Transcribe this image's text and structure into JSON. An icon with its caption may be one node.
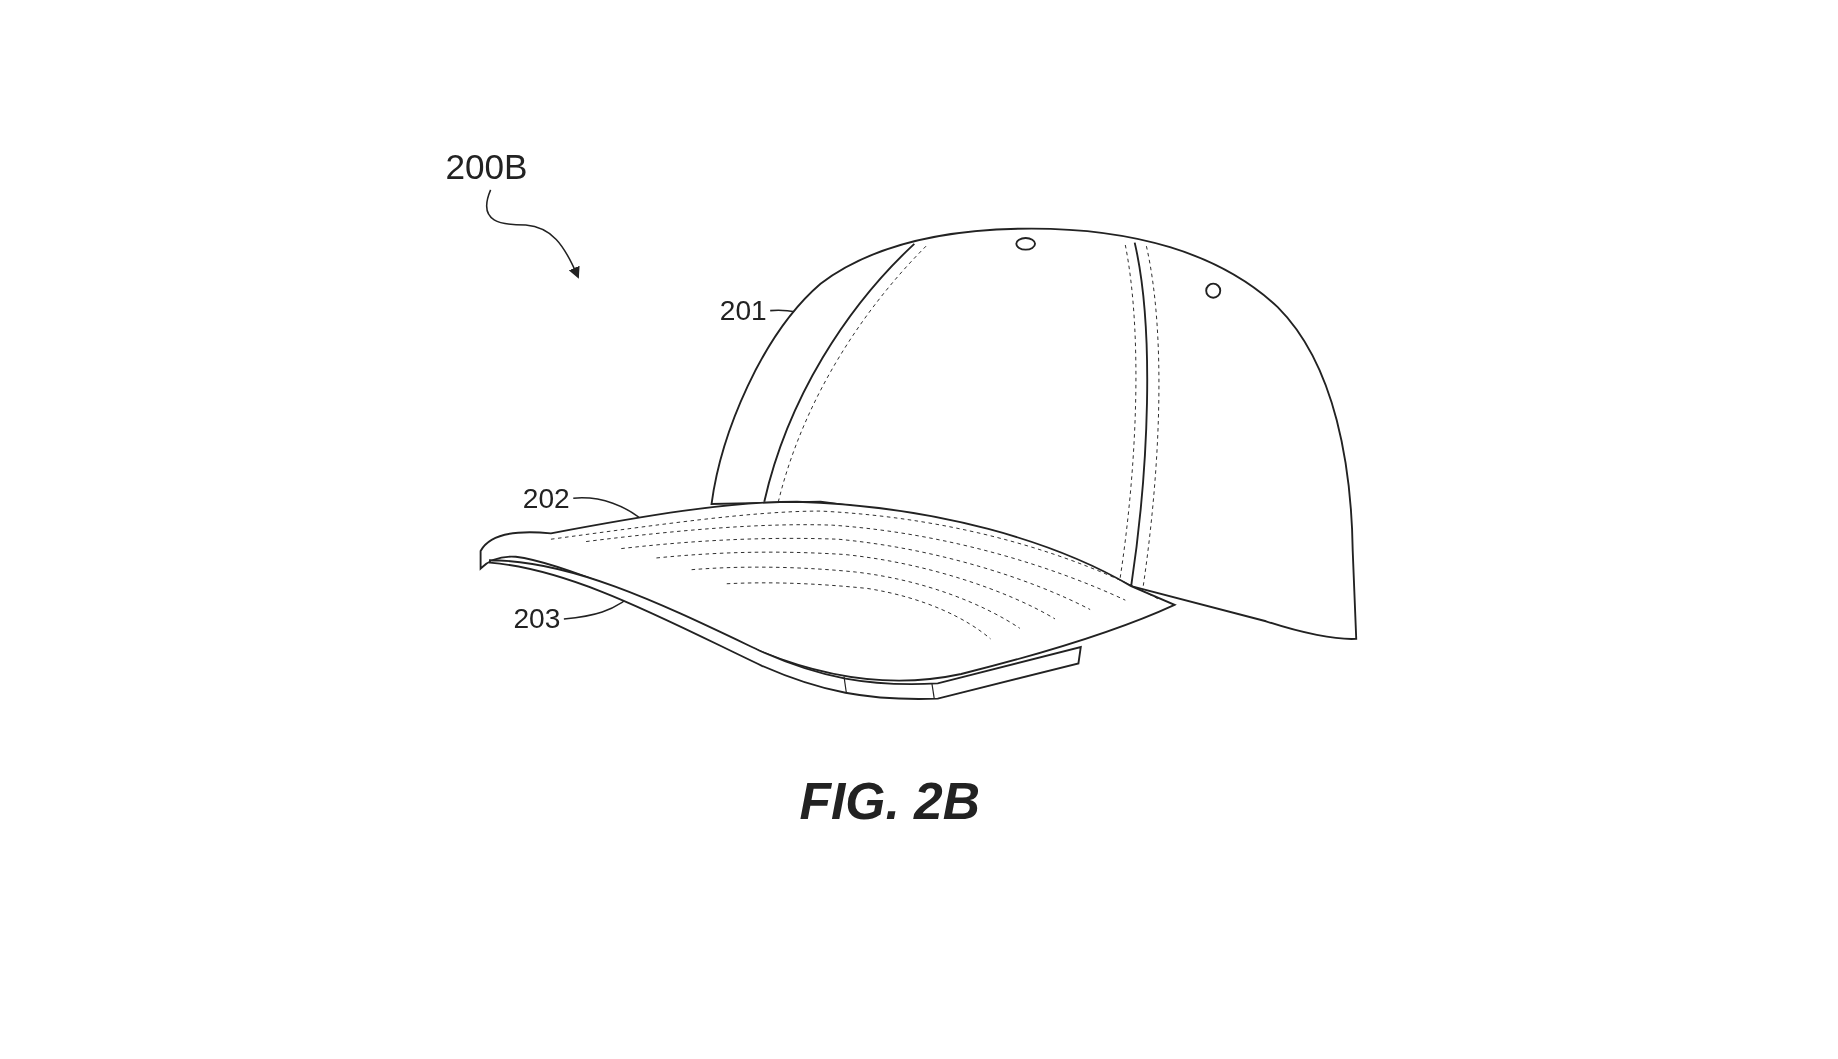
{
  "diagram": {
    "caption": "FIG. 2B",
    "nodes": [
      {
        "text": [
          "200B"
        ]
      },
      {
        "text": [],
        "shape": "picture"
      },
      {
        "text": [
          "201"
        ]
      },
      {
        "text": [],
        "shape": "picture",
        "in": 1
      },
      {
        "text": [
          "202"
        ]
      },
      {
        "text": [],
        "shape": "picture",
        "in": 1
      },
      {
        "text": [
          "203"
        ]
      },
      {
        "text": [],
        "shape": "picture",
        "in": 1
      }
    ],
    "edges": [
      {
        "from": 0,
        "to": 1,
        "arrow": "to"
      },
      {
        "from": 2,
        "to": 3,
        "arrow": "none"
      },
      {
        "from": 4,
        "to": 5,
        "arrow": "none"
      },
      {
        "from": 6,
        "to": 7,
        "arrow": "none"
      }
    ]
  }
}
